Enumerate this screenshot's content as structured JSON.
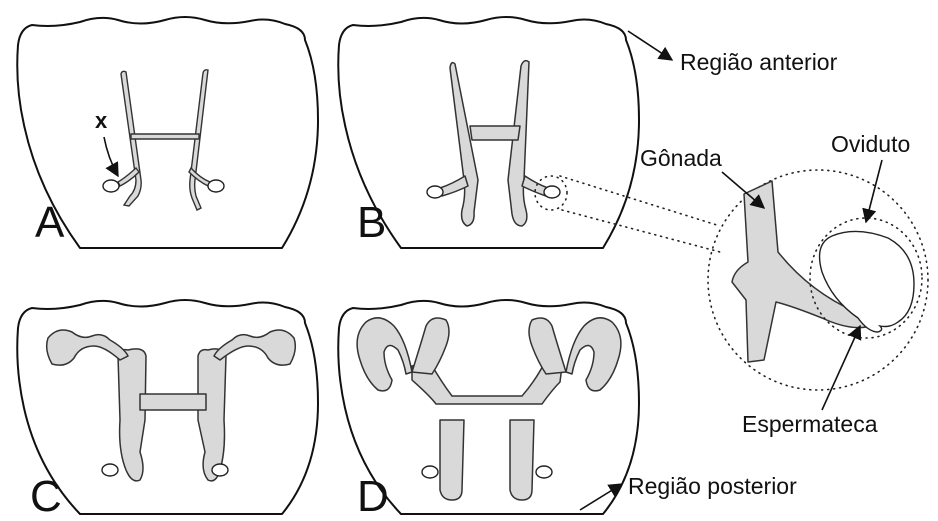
{
  "panels": {
    "a": "A",
    "b": "B",
    "c": "C",
    "d": "D"
  },
  "labels": {
    "x_marker": "x",
    "anterior": "Região anterior",
    "posterior": "Região posterior",
    "gonad": "Gônada",
    "oviduct": "Oviduto",
    "spermatheca": "Espermateca"
  },
  "colors": {
    "gonad_fill": "#d9d9d9",
    "outline": "#111111",
    "background": "#ffffff"
  }
}
